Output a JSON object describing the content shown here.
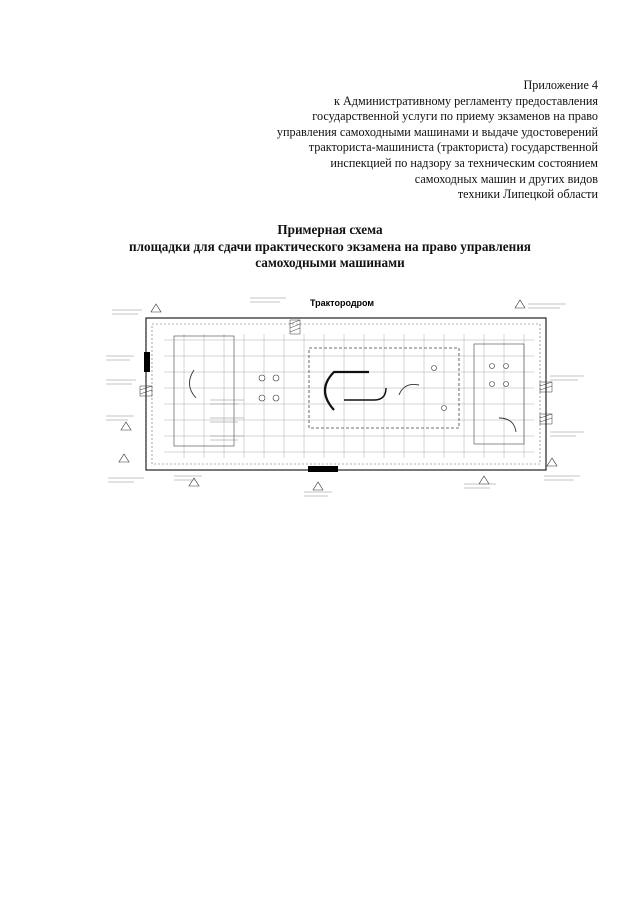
{
  "appendix": {
    "lines": [
      "Приложение 4",
      "к Административному регламенту предоставления",
      "государственной услуги по приему экзаменов на право",
      "управления самоходными машинами и выдаче удостоверений",
      "тракториста-машиниста (тракториста) государственной",
      "инспекцией по надзору за техническим состоянием",
      "самоходных машин и других видов",
      "техники Липецкой области"
    ]
  },
  "title": {
    "line1": "Примерная схема",
    "line2": "площадки для сдачи практического экзамена на право управления",
    "line3": "самоходными машинами"
  },
  "scheme": {
    "label": "Трактородром"
  }
}
